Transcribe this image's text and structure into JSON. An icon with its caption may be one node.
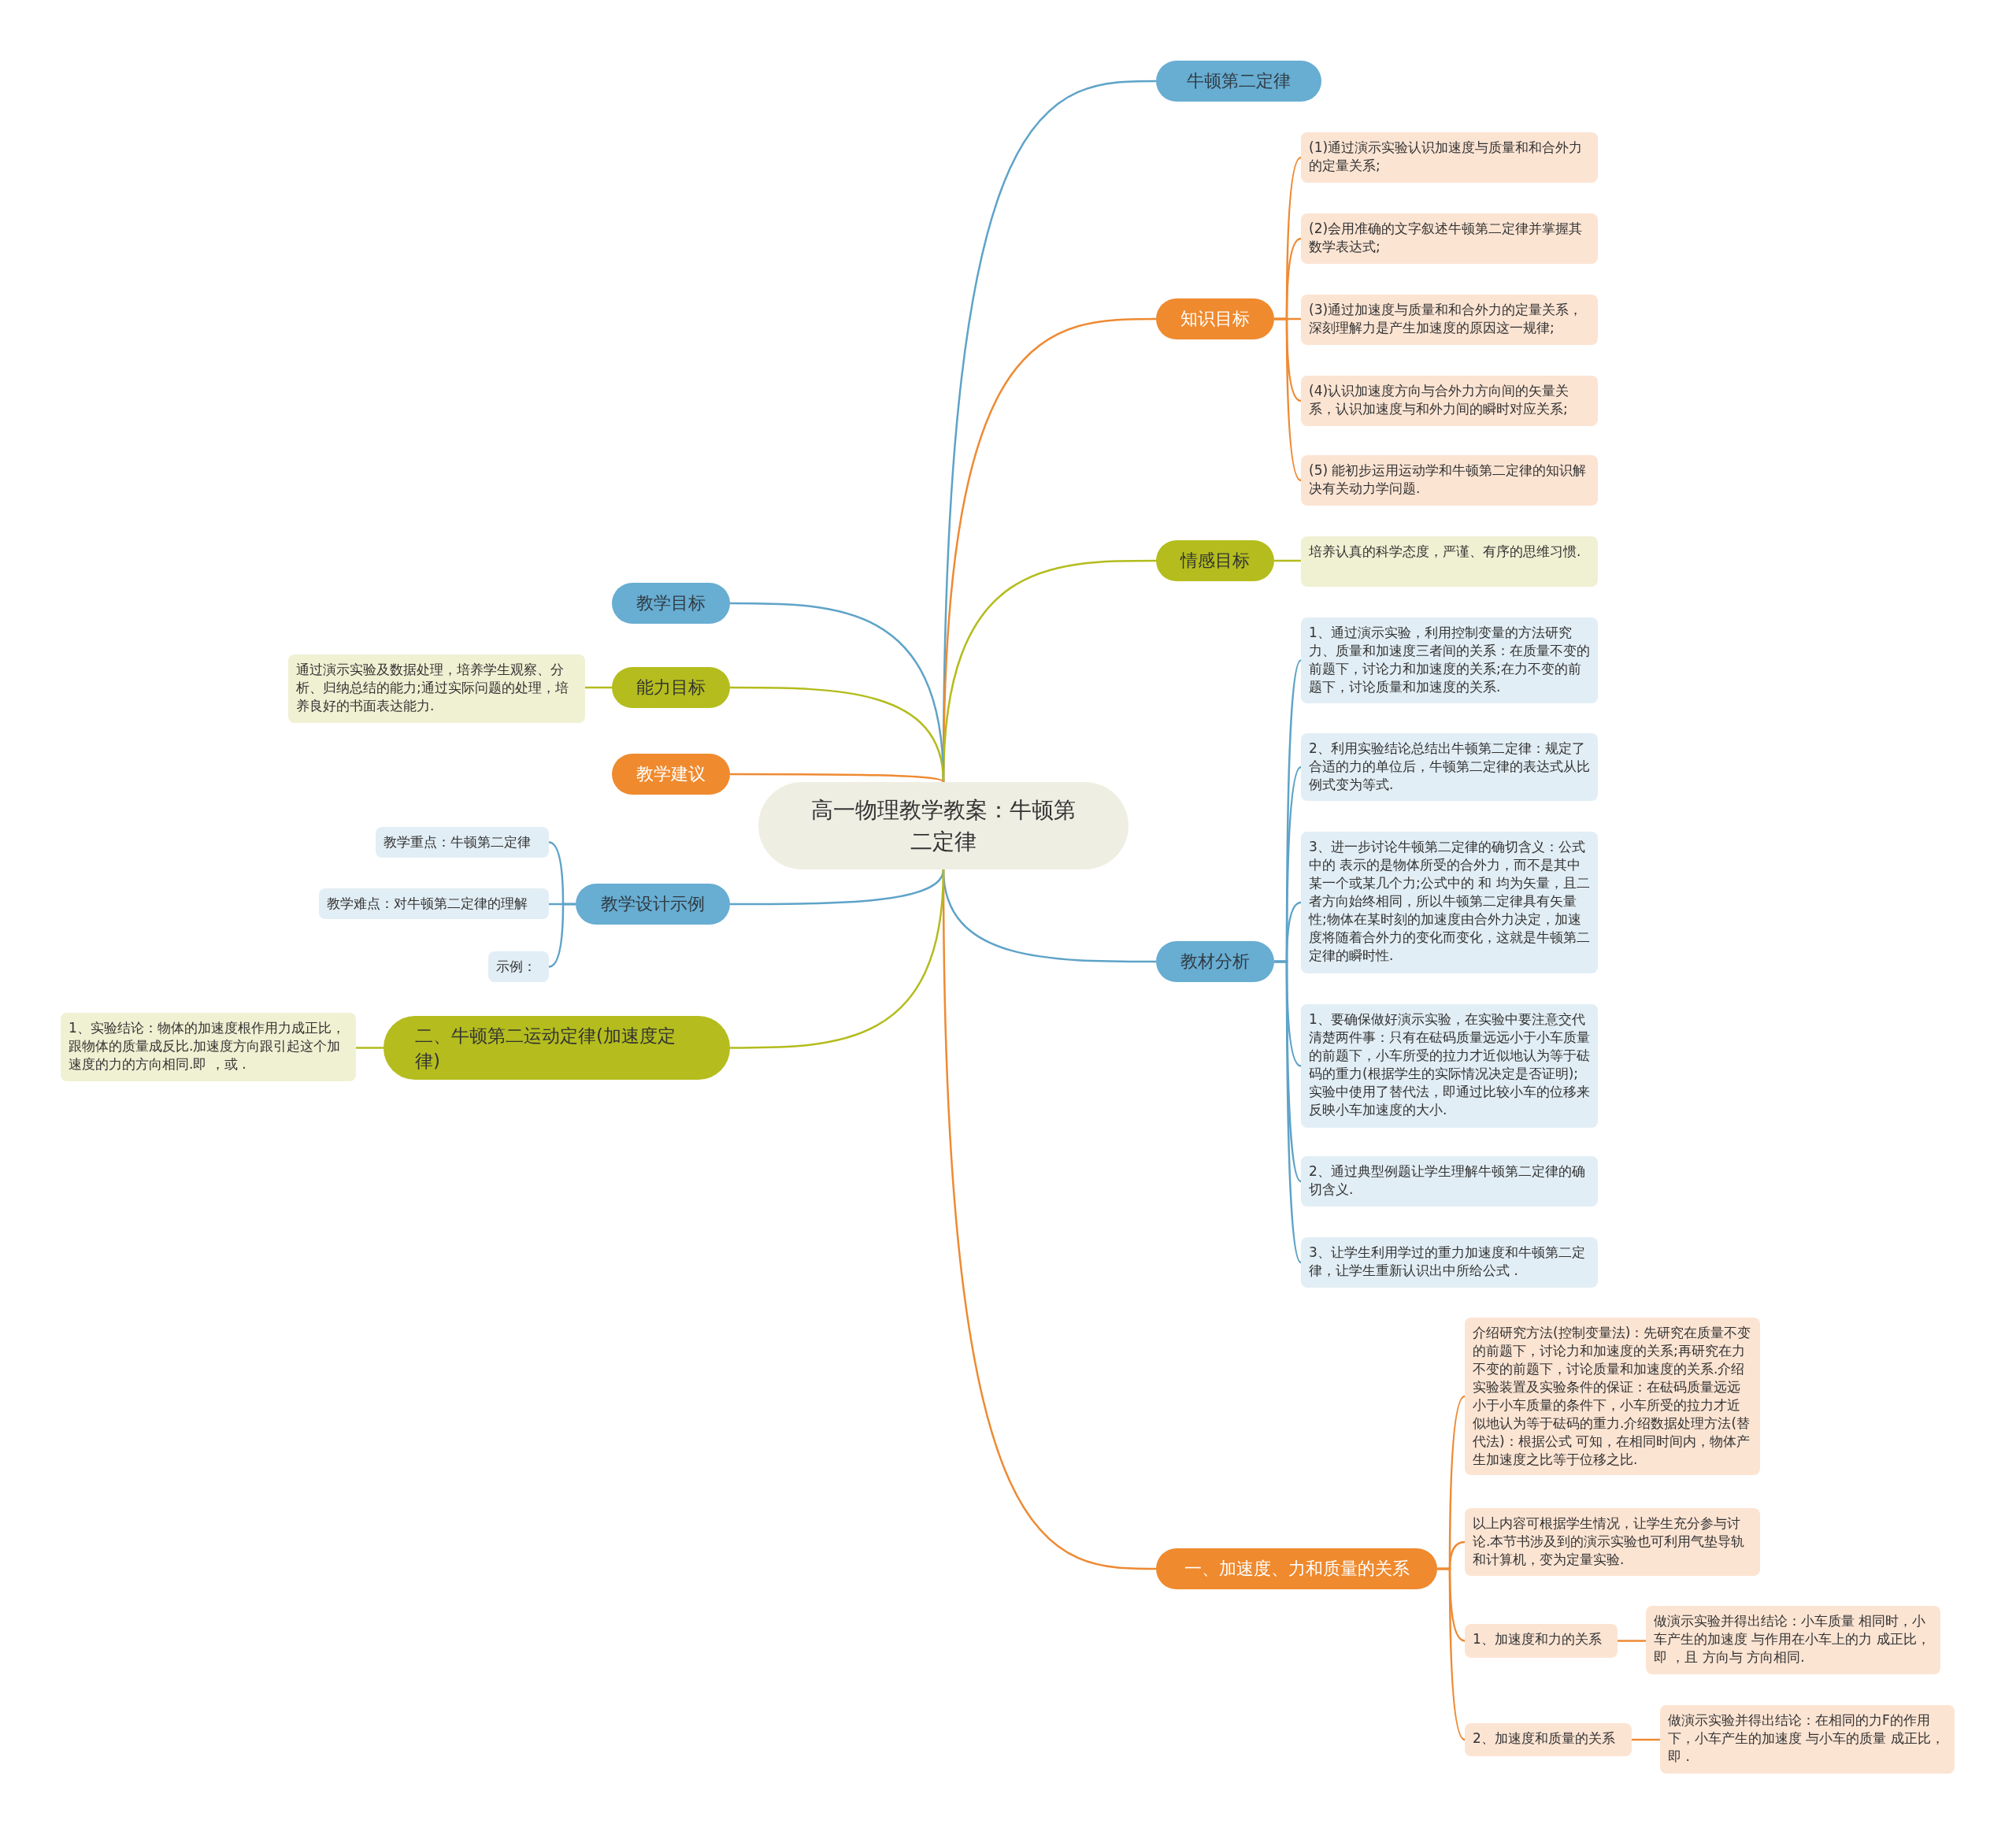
{
  "diagram": {
    "nodes": [
      {
        "text": [
          "高一物理教学教案：牛顿第二定律"
        ]
      },
      {
        "text": [
          "牛顿第二定律"
        ]
      },
      {
        "text": [
          "知识目标"
        ]
      },
      {
        "text": [
          "(1)通过演示实验认识加速度与质量和和合外力的定量关系;"
        ]
      },
      {
        "text": [
          "(2)会用准确的文字叙述牛顿第二定律并掌握其数学表达式;"
        ]
      },
      {
        "text": [
          "(3)通过加速度与质量和和合外力的定量关系，深刻理解力是产生加速度的原因这一规律;"
        ]
      },
      {
        "text": [
          "(4)认识加速度方向与合外力方向间的矢量关系，认识加速度与和外力间的瞬时对应关系;"
        ]
      },
      {
        "text": [
          "(5) 能初步运用运动学和牛顿第二定律的知识解决有关动力学问题."
        ]
      },
      {
        "text": [
          "情感目标"
        ]
      },
      {
        "text": [
          "培养认真的科学态度，严谨、有序的思维习惯."
        ]
      },
      {
        "text": [
          "教材分析"
        ]
      },
      {
        "text": [
          "1、通过演示实验，利用控制变量的方法研究力、质量和加速度三者间的关系：在质量不变的前题下，讨论力和加速度的关系;在力不变的前题下，讨论质量和加速度的关系."
        ]
      },
      {
        "text": [
          "2、利用实验结论总结出牛顿第二定律：规定了合适的力的单位后，牛顿第二定律的表达式从比例式变为等式."
        ]
      },
      {
        "text": [
          "3、进一步讨论牛顿第二定律的确切含义：公式中的 表示的是物体所受的合外力，而不是其中某一个或某几个力;公式中的 和 均为矢量，且二者方向始终相同，所以牛顿第二定律具有矢量性;物体在某时刻的加速度由合外力决定，加速度将随着合外力的变化而变化，这就是牛顿第二定律的瞬时性."
        ]
      },
      {
        "text": [
          "1、要确保做好演示实验，在实验中要注意交代清楚两件事：只有在砝码质量远远小于小车质量的前题下，小车所受的拉力才近似地认为等于砝码的重力(根据学生的实际情况决定是否证明);实验中使用了替代法，即通过比较小车的位移来反映小车加速度的大小."
        ]
      },
      {
        "text": [
          "2、通过典型例题让学生理解牛顿第二定律的确切含义."
        ]
      },
      {
        "text": [
          "3、让学生利用学过的重力加速度和牛顿第二定律，让学生重新认识出中所给公式 ."
        ]
      },
      {
        "text": [
          "一、加速度、力和质量的关系"
        ]
      },
      {
        "text": [
          "介绍研究方法(控制变量法)：先研究在质量不变的前题下，讨论力和加速度的关系;再研究在力不变的前题下，讨论质量和加速度的关系.介绍实验装置及实验条件的保证：在砝码质量远远小于小车质量的条件下，小车所受的拉力才近似地认为等于砝码的重力.介绍数据处理方法(替代法)：根据公式 可知，在相同时间内，物体产生加速度之比等于位移之比."
        ]
      },
      {
        "text": [
          "以上内容可根据学生情况，让学生充分参与讨论.本节书涉及到的演示实验也可利用气垫导轨和计算机，变为定量实验."
        ]
      },
      {
        "text": [
          "1、加速度和力的关系"
        ]
      },
      {
        "text": [
          "做演示实验并得出结论：小车质量 相同时，小车产生的加速度 与作用在小车上的力 成正比，即 ，且 方向与 方向相同."
        ]
      },
      {
        "text": [
          "2、加速度和质量的关系"
        ]
      },
      {
        "text": [
          "做演示实验并得出结论：在相同的力F的作用下，小车产生的加速度 与小车的质量 成正比，即 ."
        ]
      },
      {
        "text": [
          "教学目标"
        ]
      },
      {
        "text": [
          "能力目标"
        ]
      },
      {
        "text": [
          "通过演示实验及数据处理，培养学生观察、分析、归纳总结的能力;通过实际问题的处理，培养良好的书面表达能力."
        ]
      },
      {
        "text": [
          "教学建议"
        ]
      },
      {
        "text": [
          "教学设计示例"
        ]
      },
      {
        "text": [
          "教学重点：牛顿第二定律"
        ]
      },
      {
        "text": [
          "教学难点：对牛顿第二定律的理解"
        ]
      },
      {
        "text": [
          "示例："
        ]
      },
      {
        "text": [
          "二、牛顿第二运动定律(加速度定律)"
        ]
      },
      {
        "text": [
          "1、实验结论：物体的加速度根作用力成正比，跟物体的质量成反比.加速度方向跟引起这个加速度的力的方向相同.即 ，或 ."
        ]
      }
    ],
    "edges": [
      {
        "from": 0,
        "to": 1,
        "arrow": "none",
        "color": "#5ea3c8"
      },
      {
        "from": 0,
        "to": 2,
        "arrow": "none",
        "color": "#ee8a33"
      },
      {
        "from": 2,
        "to": 3,
        "arrow": "none",
        "color": "#ee8a33"
      },
      {
        "from": 2,
        "to": 4,
        "arrow": "none",
        "color": "#ee8a33"
      },
      {
        "from": 2,
        "to": 5,
        "arrow": "none",
        "color": "#ee8a33"
      },
      {
        "from": 2,
        "to": 6,
        "arrow": "none",
        "color": "#ee8a33"
      },
      {
        "from": 2,
        "to": 7,
        "arrow": "none",
        "color": "#ee8a33"
      },
      {
        "from": 0,
        "to": 8,
        "arrow": "none",
        "color": "#b3bc1c"
      },
      {
        "from": 8,
        "to": 9,
        "arrow": "none",
        "color": "#b3bc1c"
      },
      {
        "from": 0,
        "to": 10,
        "arrow": "none",
        "color": "#5ea3c8"
      },
      {
        "from": 10,
        "to": 11,
        "arrow": "none",
        "color": "#5ea3c8"
      },
      {
        "from": 10,
        "to": 12,
        "arrow": "none",
        "color": "#5ea3c8"
      },
      {
        "from": 10,
        "to": 13,
        "arrow": "none",
        "color": "#5ea3c8"
      },
      {
        "from": 10,
        "to": 14,
        "arrow": "none",
        "color": "#5ea3c8"
      },
      {
        "from": 10,
        "to": 15,
        "arrow": "none",
        "color": "#5ea3c8"
      },
      {
        "from": 10,
        "to": 16,
        "arrow": "none",
        "color": "#5ea3c8"
      },
      {
        "from": 0,
        "to": 17,
        "arrow": "none",
        "color": "#ee8a33"
      },
      {
        "from": 17,
        "to": 18,
        "arrow": "none",
        "color": "#ee8a33"
      },
      {
        "from": 17,
        "to": 19,
        "arrow": "none",
        "color": "#ee8a33"
      },
      {
        "from": 17,
        "to": 20,
        "arrow": "none",
        "color": "#ee8a33"
      },
      {
        "from": 20,
        "to": 21,
        "arrow": "none",
        "color": "#ee8a33"
      },
      {
        "from": 17,
        "to": 22,
        "arrow": "none",
        "color": "#ee8a33"
      },
      {
        "from": 22,
        "to": 23,
        "arrow": "none",
        "color": "#ee8a33"
      },
      {
        "from": 0,
        "to": 24,
        "arrow": "none",
        "color": "#5ea3c8"
      },
      {
        "from": 0,
        "to": 25,
        "arrow": "none",
        "color": "#b3bc1c"
      },
      {
        "from": 25,
        "to": 26,
        "arrow": "none",
        "color": "#b3bc1c"
      },
      {
        "from": 0,
        "to": 27,
        "arrow": "none",
        "color": "#ee8a33"
      },
      {
        "from": 0,
        "to": 28,
        "arrow": "none",
        "color": "#5ea3c8"
      },
      {
        "from": 28,
        "to": 29,
        "arrow": "none",
        "color": "#5ea3c8"
      },
      {
        "from": 28,
        "to": 30,
        "arrow": "none",
        "color": "#5ea3c8"
      },
      {
        "from": 28,
        "to": 31,
        "arrow": "none",
        "color": "#5ea3c8"
      },
      {
        "from": 0,
        "to": 32,
        "arrow": "none",
        "color": "#b3bc1c"
      },
      {
        "from": 32,
        "to": 33,
        "arrow": "none",
        "color": "#b3bc1c"
      }
    ]
  }
}
